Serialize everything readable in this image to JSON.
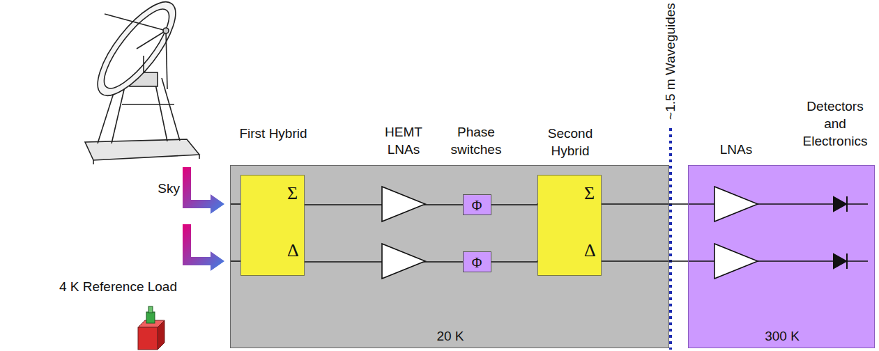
{
  "diagram": {
    "nodes": [
      {
        "text": [
          "20 K"
        ]
      },
      {
        "text": [
          "First Hybrid",
          "Σ",
          "Δ"
        ],
        "in": 0
      },
      {
        "text": [
          "Φ"
        ],
        "in": 0
      },
      {
        "text": [
          "Φ"
        ],
        "in": 0
      },
      {
        "text": [
          "Second Hybrid",
          "Σ",
          "Δ"
        ],
        "in": 0
      },
      {
        "text": [
          "300 K"
        ]
      }
    ],
    "edges": [
      {
        "from": 1,
        "to": 2,
        "arrow": "none"
      },
      {
        "from": 1,
        "to": 3,
        "arrow": "none"
      },
      {
        "from": 2,
        "to": 4,
        "arrow": "none"
      },
      {
        "from": 3,
        "to": 4,
        "arrow": "none"
      }
    ],
    "labels": [
      "Sky",
      "4 K Reference Load",
      "HEMT LNAs",
      "Phase switches",
      "~1.5 m Waveguides",
      "LNAs",
      "Detectors and Electronics"
    ]
  }
}
